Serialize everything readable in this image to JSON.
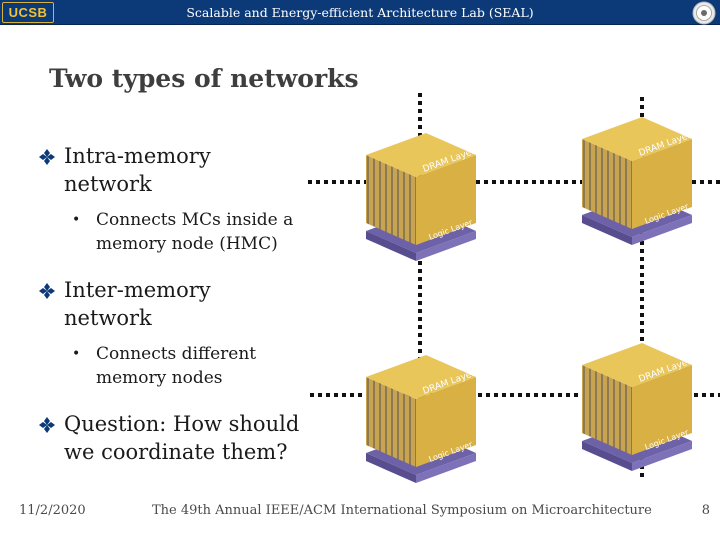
{
  "header": {
    "lab_title": "Scalable and Energy-efficient Architecture Lab (SEAL)",
    "logo_text": "UCSB"
  },
  "slide": {
    "title": "Two types of networks",
    "bullets": [
      {
        "text": "Intra-memory network",
        "sub": "Connects MCs inside a memory node (HMC)"
      },
      {
        "text": "Inter-memory network",
        "sub": "Connects different memory nodes"
      },
      {
        "text": "Question: How should we coordinate them?"
      }
    ],
    "diagram": {
      "dram_label": "DRAM Layers",
      "logic_label": "Logic Layer",
      "nodes": 4
    }
  },
  "footer": {
    "date": "11/2/2020",
    "conference": "The 49th Annual IEEE/ACM International Symposium on Microarchitecture",
    "page": "8"
  },
  "colors": {
    "header_bg": "#0c3a78",
    "dram_gold": "#d6ab3a",
    "logic_purple": "#7a6eb0"
  }
}
